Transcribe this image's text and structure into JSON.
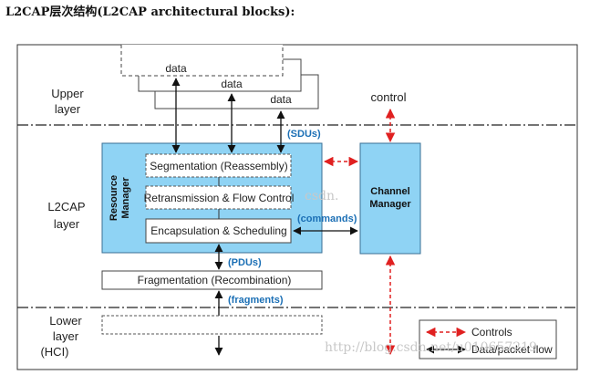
{
  "caption": "L2CAP层次结构(L2CAP architectural blocks):",
  "layers": {
    "upper_line1": "Upper",
    "upper_line2": "layer",
    "l2cap_line1": "L2CAP",
    "l2cap_line2": "layer",
    "lower_line1": "Lower",
    "lower_line2": "layer",
    "hci": "(HCI)"
  },
  "upper": {
    "data_labels": [
      "data",
      "data",
      "data"
    ],
    "control": "control"
  },
  "resource_manager": {
    "title_line1": "Resource",
    "title_line2": "Manager",
    "segmentation": "Segmentation (Reassembly)",
    "retransmission": "Retransmission & Flow Control",
    "encapsulation": "Encapsulation & Scheduling"
  },
  "channel_manager": {
    "line1": "Channel",
    "line2": "Manager"
  },
  "fragmentation": "Fragmentation (Recombination)",
  "flow_labels": {
    "sdus": "(SDUs)",
    "commands": "(commands)",
    "pdus": "(PDUs)",
    "fragments": "(fragments)"
  },
  "legend": {
    "controls": "Controls",
    "data_flow": "Data/packet flow"
  },
  "watermark": {
    "center": "csdn.",
    "bottom": "http://blog.csdn.net/u010657219"
  },
  "colors": {
    "manager_fill": "#8fd3f4",
    "control_arrow": "#e02020",
    "flow_label": "#1b6fb5"
  }
}
